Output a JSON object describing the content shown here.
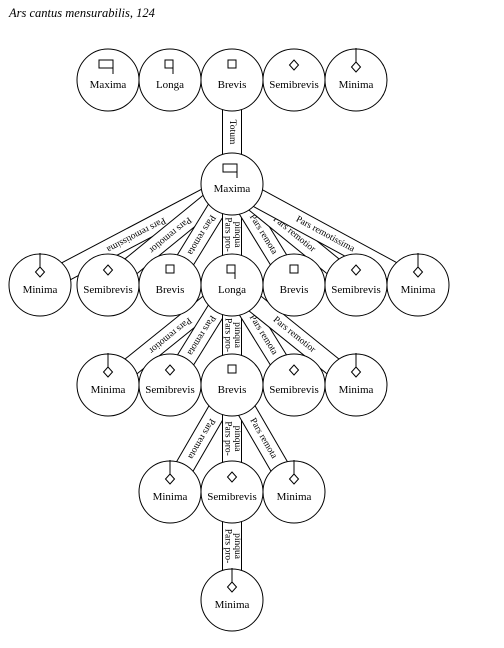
{
  "title": "Ars cantus mensurabilis, 124",
  "colors": {
    "line": "#000000",
    "fill": "#ffffff",
    "text": "#000000"
  },
  "nodes": [
    {
      "id": "top-maxima",
      "label": "Maxima",
      "glyph": "maxima"
    },
    {
      "id": "top-longa",
      "label": "Longa",
      "glyph": "longa"
    },
    {
      "id": "top-brevis",
      "label": "Brevis",
      "glyph": "brevis"
    },
    {
      "id": "top-semibrevis",
      "label": "Semibrevis",
      "glyph": "semibrevis"
    },
    {
      "id": "top-minima",
      "label": "Minima",
      "glyph": "minima"
    },
    {
      "id": "l2-maxima",
      "label": "Maxima",
      "glyph": "maxima"
    },
    {
      "id": "l3-minima-l",
      "label": "Minima",
      "glyph": "minima"
    },
    {
      "id": "l3-semibrevis-l",
      "label": "Semibrevis",
      "glyph": "semibrevis"
    },
    {
      "id": "l3-brevis-l",
      "label": "Brevis",
      "glyph": "brevis"
    },
    {
      "id": "l3-longa",
      "label": "Longa",
      "glyph": "longa"
    },
    {
      "id": "l3-brevis-r",
      "label": "Brevis",
      "glyph": "brevis"
    },
    {
      "id": "l3-semibrevis-r",
      "label": "Semibrevis",
      "glyph": "semibrevis"
    },
    {
      "id": "l3-minima-r",
      "label": "Minima",
      "glyph": "minima"
    },
    {
      "id": "l4-minima-l",
      "label": "Minima",
      "glyph": "minima"
    },
    {
      "id": "l4-semibrevis-l",
      "label": "Semibrevis",
      "glyph": "semibrevis"
    },
    {
      "id": "l4-brevis",
      "label": "Brevis",
      "glyph": "brevis"
    },
    {
      "id": "l4-semibrevis-r",
      "label": "Semibrevis",
      "glyph": "semibrevis"
    },
    {
      "id": "l4-minima-r",
      "label": "Minima",
      "glyph": "minima"
    },
    {
      "id": "l5-minima-l",
      "label": "Minima",
      "glyph": "minima"
    },
    {
      "id": "l5-semibrevis",
      "label": "Semibrevis",
      "glyph": "semibrevis"
    },
    {
      "id": "l5-minima-r",
      "label": "Minima",
      "glyph": "minima"
    },
    {
      "id": "l6-minima",
      "label": "Minima",
      "glyph": "minima"
    }
  ],
  "links": [
    {
      "from": "top-brevis",
      "to": "l2-maxima",
      "label": [
        "Totum"
      ]
    },
    {
      "from": "l2-maxima",
      "to": "l3-minima-l",
      "label": [
        "Pars remotissima"
      ]
    },
    {
      "from": "l2-maxima",
      "to": "l3-semibrevis-l",
      "label": [
        "Pars remotior"
      ]
    },
    {
      "from": "l2-maxima",
      "to": "l3-brevis-l",
      "label": [
        "Pars remota"
      ]
    },
    {
      "from": "l2-maxima",
      "to": "l3-longa",
      "label": [
        "Pars pro-",
        "pinqua"
      ]
    },
    {
      "from": "l2-maxima",
      "to": "l3-brevis-r",
      "label": [
        "Pars remota"
      ]
    },
    {
      "from": "l2-maxima",
      "to": "l3-semibrevis-r",
      "label": [
        "Pars remotior"
      ]
    },
    {
      "from": "l2-maxima",
      "to": "l3-minima-r",
      "label": [
        "Pars remotissima"
      ]
    },
    {
      "from": "l3-longa",
      "to": "l4-minima-l",
      "label": [
        "Pars remotior"
      ]
    },
    {
      "from": "l3-longa",
      "to": "l4-semibrevis-l",
      "label": [
        "Pars remota"
      ]
    },
    {
      "from": "l3-longa",
      "to": "l4-brevis",
      "label": [
        "Pars pro-",
        "pinqua"
      ]
    },
    {
      "from": "l3-longa",
      "to": "l4-semibrevis-r",
      "label": [
        "Pars remota"
      ]
    },
    {
      "from": "l3-longa",
      "to": "l4-minima-r",
      "label": [
        "Pars remotior"
      ]
    },
    {
      "from": "l4-brevis",
      "to": "l5-minima-l",
      "label": [
        "Pars remota"
      ]
    },
    {
      "from": "l4-brevis",
      "to": "l5-semibrevis",
      "label": [
        "Pars pro-",
        "pinqua"
      ]
    },
    {
      "from": "l4-brevis",
      "to": "l5-minima-r",
      "label": [
        "Pars remota"
      ]
    },
    {
      "from": "l5-semibrevis",
      "to": "l6-minima",
      "label": [
        "Pars pro-",
        "pinqua"
      ]
    }
  ]
}
